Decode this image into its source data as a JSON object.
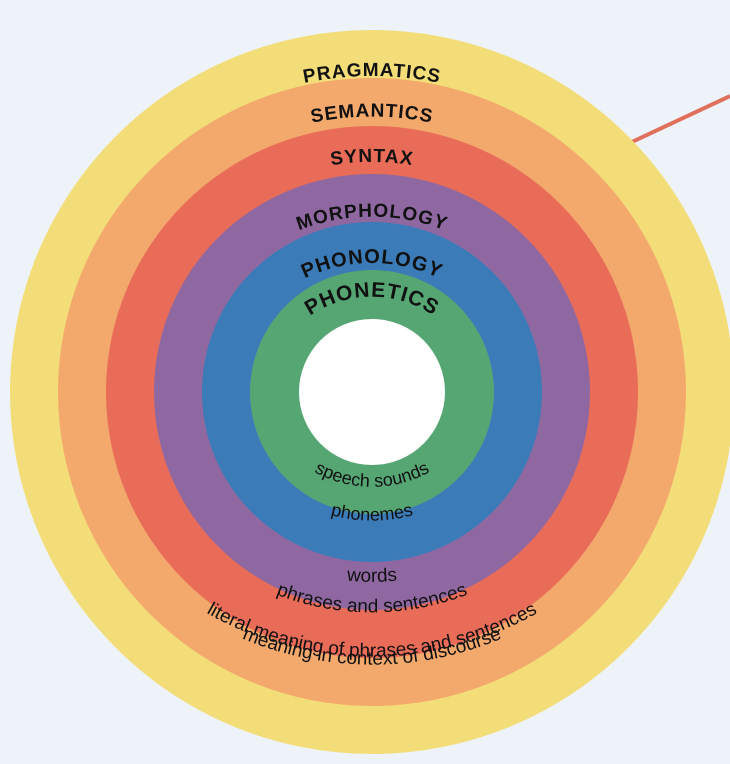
{
  "diagram": {
    "rings": [
      {
        "id": "pragmatics",
        "label": "PRAGMATICS",
        "description": "meaning in context of discourse",
        "color": "#f3dd79"
      },
      {
        "id": "semantics",
        "label": "SEMANTICS",
        "description": "literal meaning of phrases and sentences",
        "color": "#f3a86c"
      },
      {
        "id": "syntax",
        "label": "SYNTAX",
        "description": "phrases and sentences",
        "color": "#e96c58"
      },
      {
        "id": "morphology",
        "label": "MORPHOLOGY",
        "description": "words",
        "color": "#8f68a2"
      },
      {
        "id": "phonology",
        "label": "PHONOLOGY",
        "description": "phonemes",
        "color": "#3a7bb8"
      },
      {
        "id": "phonetics",
        "label": "PHONETICS",
        "description": "speech sounds",
        "color": "#56a674"
      }
    ],
    "center_color": "#ffffff",
    "connector_color": "#e0705c",
    "background": "#eef3fa"
  }
}
